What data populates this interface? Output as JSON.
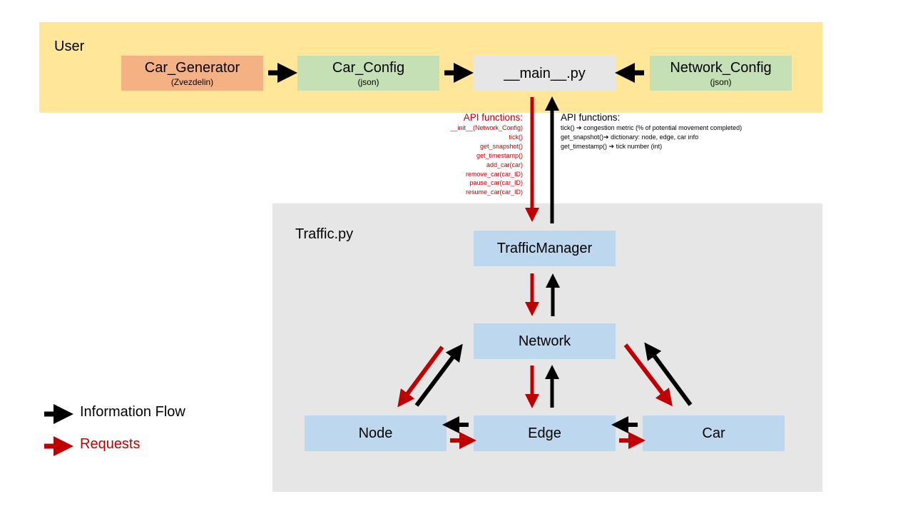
{
  "regions": {
    "user_label": "User",
    "traffic_label": "Traffic.py"
  },
  "boxes": {
    "car_generator": {
      "title": "Car_Generator",
      "subtitle": "(Zvezdelin)"
    },
    "car_config": {
      "title": "Car_Config",
      "subtitle": "(json)"
    },
    "main_py": {
      "title": "__main__.py"
    },
    "network_config": {
      "title": "Network_Config",
      "subtitle": "(json)"
    },
    "traffic_manager": {
      "title": "TrafficManager"
    },
    "network": {
      "title": "Network"
    },
    "node": {
      "title": "Node"
    },
    "edge": {
      "title": "Edge"
    },
    "car": {
      "title": "Car"
    }
  },
  "api_requests": {
    "header": "API functions:",
    "items": [
      "__init__(Network_Config)",
      "tick()",
      "get_snapshot()",
      "get_timestamp()",
      "add_car(car)",
      "remove_car(car_ID)",
      "pause_car(car_ID)",
      "resume_car(car_ID)"
    ]
  },
  "api_returns": {
    "header": "API functions:",
    "items": [
      {
        "call": "tick()",
        "result": "congestion metric (% of potential movement completed)"
      },
      {
        "call": "get_snapshot()",
        "result": "dictionary: node, edge, car info"
      },
      {
        "call": "get_timestamp()",
        "result": "tick number (int)"
      }
    ]
  },
  "legend": {
    "info_flow": "Information Flow",
    "requests": "Requests"
  },
  "colors": {
    "info_arrow": "#000000",
    "request_arrow": "#c00000",
    "user_region": "#ffe699",
    "traffic_region": "#e7e6e6",
    "box_blue": "#bdd7ee",
    "box_green": "#c5e0b4",
    "box_orange": "#f4b183"
  }
}
